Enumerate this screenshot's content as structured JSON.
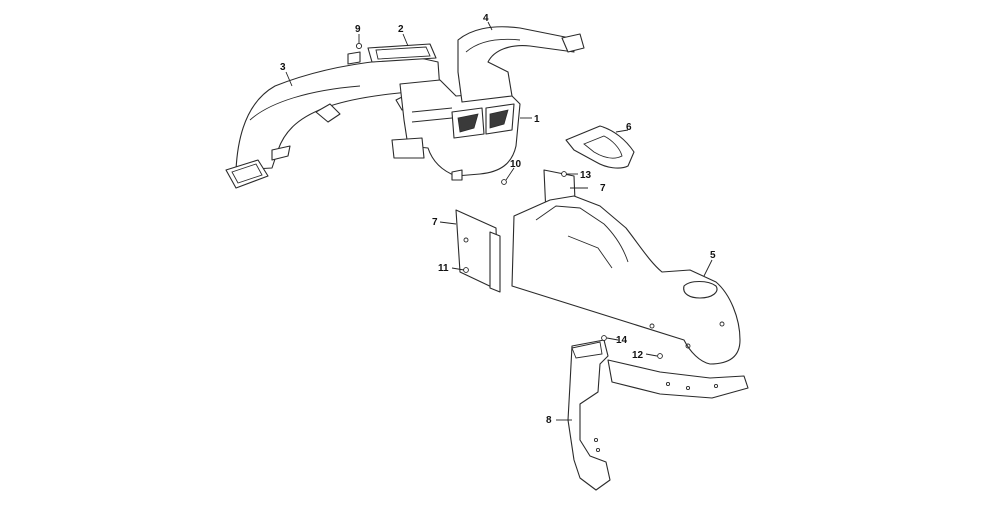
{
  "callouts": [
    {
      "id": "c1",
      "label": "1"
    },
    {
      "id": "c2",
      "label": "2"
    },
    {
      "id": "c3",
      "label": "3"
    },
    {
      "id": "c4",
      "label": "4"
    },
    {
      "id": "c5",
      "label": "5"
    },
    {
      "id": "c6",
      "label": "6"
    },
    {
      "id": "c7a",
      "label": "7"
    },
    {
      "id": "c7b",
      "label": "7"
    },
    {
      "id": "c8",
      "label": "8"
    },
    {
      "id": "c9",
      "label": "9"
    },
    {
      "id": "c10",
      "label": "10"
    },
    {
      "id": "c11",
      "label": "11"
    },
    {
      "id": "c12",
      "label": "12"
    },
    {
      "id": "c13",
      "label": "13"
    },
    {
      "id": "c14",
      "label": "14"
    }
  ]
}
